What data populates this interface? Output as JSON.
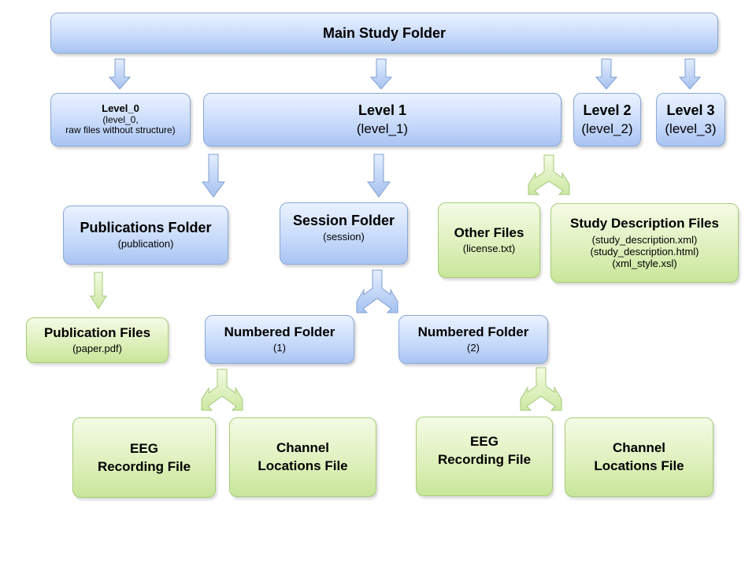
{
  "main_folder": {
    "title": "Main Study Folder"
  },
  "level0": {
    "title": "Level_0",
    "line1": "(level_0,",
    "line2": "raw files without structure)"
  },
  "level1": {
    "title": "Level 1",
    "sub": "(level_1)"
  },
  "level2": {
    "title": "Level 2",
    "sub": "(level_2)"
  },
  "level3": {
    "title": "Level 3",
    "sub": "(level_3)"
  },
  "publications_folder": {
    "title": "Publications Folder",
    "sub": "(publication)"
  },
  "session_folder": {
    "title": "Session Folder",
    "sub": "(session)"
  },
  "other_files": {
    "title": "Other Files",
    "sub": "(license.txt)"
  },
  "study_description": {
    "title": "Study Description Files",
    "lines": [
      "(study_description.xml)",
      "(study_description.html)",
      "(xml_style.xsl)"
    ]
  },
  "publication_files": {
    "title": "Publication Files",
    "sub": "(paper.pdf)"
  },
  "numbered_folders": [
    {
      "title": "Numbered Folder",
      "sub": "(1)"
    },
    {
      "title": "Numbered Folder",
      "sub": "(2)"
    }
  ],
  "file_boxes": [
    {
      "line1": "EEG",
      "line2": "Recording File"
    },
    {
      "line1": "Channel",
      "line2": "Locations File"
    },
    {
      "line1": "EEG",
      "line2": "Recording File"
    },
    {
      "line1": "Channel",
      "line2": "Locations File"
    }
  ],
  "colors": {
    "blue_box": "#c9dbfb",
    "green_box": "#dff0bd",
    "blue_arrow": "#b3cdf3",
    "green_arrow": "#d9efb1"
  }
}
